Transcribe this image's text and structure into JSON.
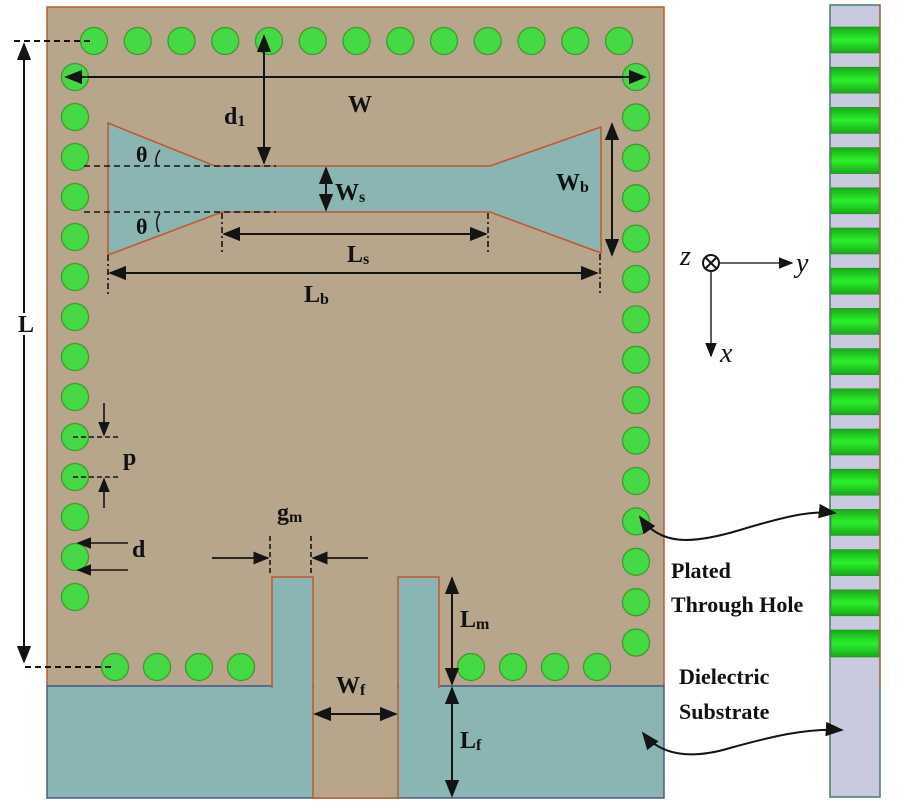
{
  "diagram": {
    "title": "SIW bowtie slot antenna layout (top view and side view)",
    "colors": {
      "metal_ground": "#b7a58c",
      "metal_edge": "#c0582e",
      "slot_substrate": "#8ab5b2",
      "via_fill": "#46d946",
      "via_edge": "#3f9a2e",
      "side_substrate": "#c9c9e0",
      "side_via": "#22e022",
      "ink": "#141414"
    },
    "dimension_labels": {
      "W": {
        "main": "W",
        "sub": ""
      },
      "L": {
        "main": "L",
        "sub": ""
      },
      "d1": {
        "main": "d",
        "sub": "1"
      },
      "theta_top": {
        "main": "θ",
        "sub": ""
      },
      "theta_bottom": {
        "main": "θ",
        "sub": ""
      },
      "Ws": {
        "main": "W",
        "sub": "s"
      },
      "Wb": {
        "main": "W",
        "sub": "b"
      },
      "Ls": {
        "main": "L",
        "sub": "s"
      },
      "Lb": {
        "main": "L",
        "sub": "b"
      },
      "p": {
        "main": "p",
        "sub": ""
      },
      "d": {
        "main": "d",
        "sub": ""
      },
      "gm": {
        "main": "g",
        "sub": "m"
      },
      "Lm": {
        "main": "L",
        "sub": "m"
      },
      "Wf": {
        "main": "W",
        "sub": "f"
      },
      "Lf": {
        "main": "L",
        "sub": "f"
      }
    },
    "annotations": {
      "plated_through_hole": [
        "Plated",
        "Through Hole"
      ],
      "dielectric_substrate": [
        "Dielectric",
        "Substrate"
      ]
    },
    "axes": {
      "z": "z",
      "y": "y",
      "x": "x",
      "z_symbol": "into-page-cross-icon"
    },
    "vias": {
      "top_row_count": 13,
      "left_column_count": 14,
      "right_column_count": 15,
      "bottom_left_count": 4,
      "bottom_right_count": 4,
      "side_view_count": 16
    }
  }
}
